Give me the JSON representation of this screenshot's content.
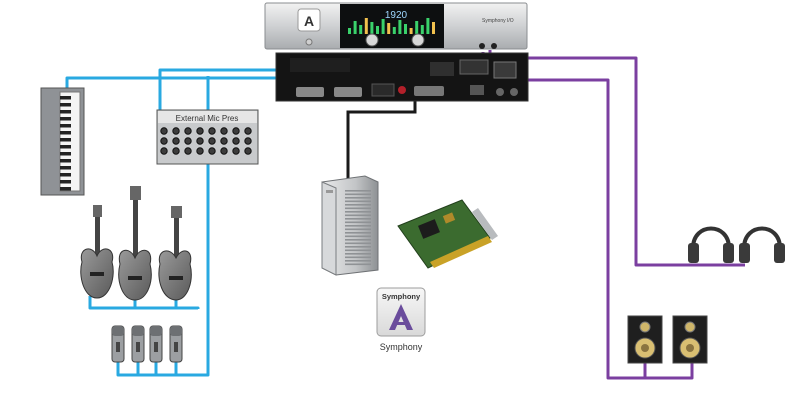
{
  "interface": {
    "display_value": "1920",
    "model_label": "Symphony I/O"
  },
  "mic_pres": {
    "label": "External Mic Pres"
  },
  "symphony_card": {
    "badge_text": "Symphony",
    "caption": "Symphony"
  },
  "colors": {
    "analog_cable": "#29a9e1",
    "monitor_cable": "#7b3fa0",
    "digital_cable": "#1a1a1a",
    "logo_purple": "#6a4c9c"
  },
  "icons": {
    "keyboard": "keyboard-icon",
    "mic_pre_rack": "mic-pre-rack-icon",
    "guitar": "electric-guitar-icon",
    "bass": "bass-guitar-icon",
    "microphone": "microphone-icon",
    "computer": "mac-pro-tower-icon",
    "pcie_card": "pcie-card-icon",
    "headphones": "headphones-icon",
    "speaker": "studio-monitor-icon"
  }
}
